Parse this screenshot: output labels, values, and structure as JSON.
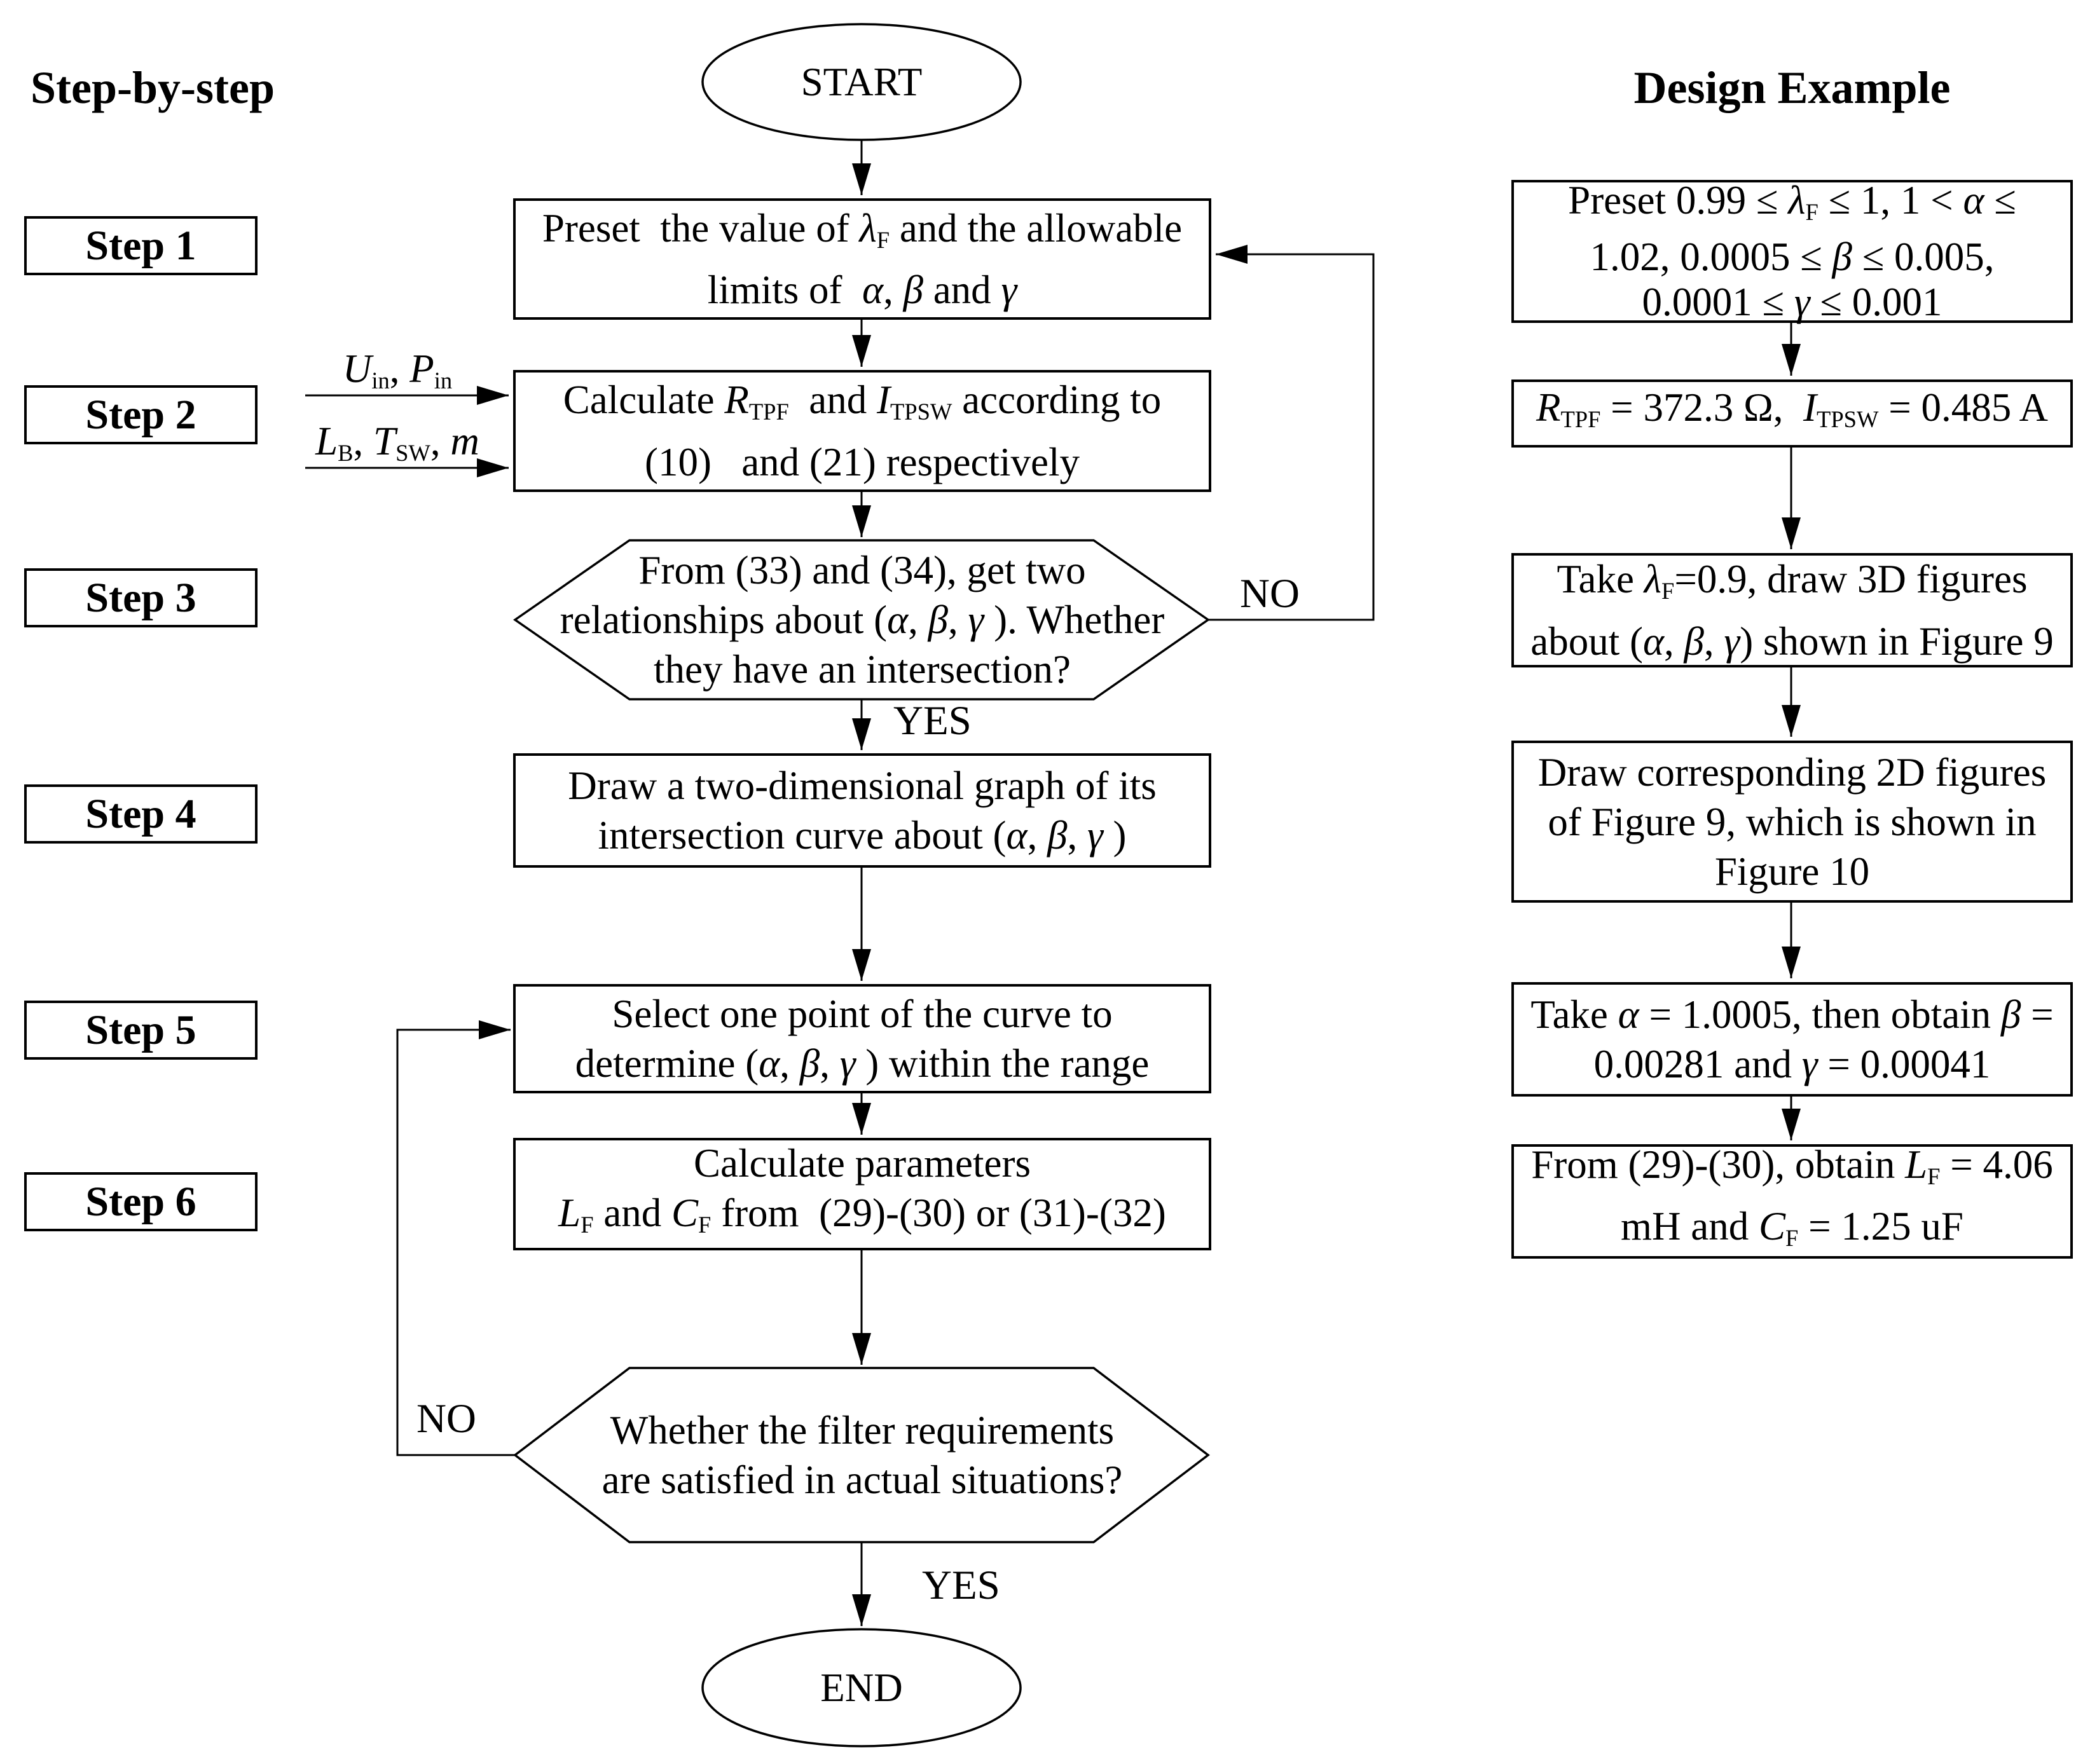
{
  "titles": {
    "left": "Step-by-step",
    "right": "Design Example"
  },
  "steps": [
    {
      "label": "Step 1"
    },
    {
      "label": "Step 2"
    },
    {
      "label": "Step 3"
    },
    {
      "label": "Step 4"
    },
    {
      "label": "Step 5"
    },
    {
      "label": "Step 6"
    }
  ],
  "labels": {
    "start": "START",
    "end": "END",
    "yes_top": "YES",
    "no_top": "NO",
    "yes_bottom": "YES",
    "no_bottom": "NO"
  },
  "inputs": {
    "row1": [
      {
        "t": "U",
        "i": true
      },
      {
        "t": "in",
        "sub": true
      },
      {
        "t": ", "
      },
      {
        "t": "P",
        "i": true
      },
      {
        "t": "in",
        "sub": true
      }
    ],
    "row2": [
      {
        "t": "L",
        "i": true
      },
      {
        "t": "B",
        "sub": true
      },
      {
        "t": ", "
      },
      {
        "t": "T",
        "i": true
      },
      {
        "t": "SW",
        "sub": true
      },
      {
        "t": ", "
      },
      {
        "t": "m",
        "i": true
      }
    ]
  },
  "flow": {
    "preset": {
      "lines": [
        [
          {
            "t": "Preset  the value of "
          },
          {
            "t": "λ",
            "i": true
          },
          {
            "t": "F",
            "sub": true
          },
          {
            "t": " and the allowable"
          }
        ],
        [
          {
            "t": "limits of  "
          },
          {
            "t": "α",
            "i": true
          },
          {
            "t": ", "
          },
          {
            "t": "β",
            "i": true
          },
          {
            "t": " and "
          },
          {
            "t": "γ",
            "i": true
          }
        ]
      ]
    },
    "calculate": {
      "lines": [
        [
          {
            "t": "Calculate "
          },
          {
            "t": "R",
            "i": true
          },
          {
            "t": "TPF",
            "sub": true
          },
          {
            "t": "  and "
          },
          {
            "t": "I",
            "i": true
          },
          {
            "t": "TPSW",
            "sub": true
          },
          {
            "t": " according to"
          }
        ],
        [
          {
            "t": "(10)   and (21) respectively"
          }
        ]
      ]
    },
    "decision1": {
      "lines": [
        [
          {
            "t": "From (33) and (34), get two"
          }
        ],
        [
          {
            "t": "relationships about ("
          },
          {
            "t": "α",
            "i": true
          },
          {
            "t": ", "
          },
          {
            "t": "β",
            "i": true
          },
          {
            "t": ", "
          },
          {
            "t": "γ",
            "i": true
          },
          {
            "t": " ). Whether"
          }
        ],
        [
          {
            "t": "they have an intersection?"
          }
        ]
      ]
    },
    "draw2d": {
      "lines": [
        [
          {
            "t": "Draw a two-dimensional graph of its"
          }
        ],
        [
          {
            "t": "intersection curve about ("
          },
          {
            "t": "α",
            "i": true
          },
          {
            "t": ", "
          },
          {
            "t": "β",
            "i": true
          },
          {
            "t": ", "
          },
          {
            "t": "γ",
            "i": true
          },
          {
            "t": " )"
          }
        ]
      ]
    },
    "select_point": {
      "lines": [
        [
          {
            "t": "Select one point of the curve to"
          }
        ],
        [
          {
            "t": "determine ("
          },
          {
            "t": "α",
            "i": true
          },
          {
            "t": ", "
          },
          {
            "t": "β",
            "i": true
          },
          {
            "t": ", "
          },
          {
            "t": "γ",
            "i": true
          },
          {
            "t": " ) within the range"
          }
        ]
      ]
    },
    "calc_params": {
      "lines": [
        [
          {
            "t": "Calculate parameters"
          }
        ],
        [
          {
            "t": "L",
            "i": true
          },
          {
            "t": "F",
            "sub": true
          },
          {
            "t": " and "
          },
          {
            "t": "C",
            "i": true
          },
          {
            "t": "F",
            "sub": true
          },
          {
            "t": " from  (29)-(30) or (31)-(32)"
          }
        ]
      ]
    },
    "decision2": {
      "lines": [
        [
          {
            "t": "Whether the filter requirements"
          }
        ],
        [
          {
            "t": "are satisfied in actual situations?"
          }
        ]
      ]
    }
  },
  "example": {
    "preset_ranges": {
      "lines": [
        [
          {
            "t": "Preset 0.99 ≤ "
          },
          {
            "t": "λ",
            "i": true
          },
          {
            "t": "F",
            "sub": true
          },
          {
            "t": " ≤ 1, 1 < "
          },
          {
            "t": "α",
            "i": true
          },
          {
            "t": " ≤"
          }
        ],
        [
          {
            "t": "1.02, 0.0005 ≤ "
          },
          {
            "t": "β",
            "i": true
          },
          {
            "t": " ≤ 0.005,"
          }
        ],
        [
          {
            "t": "0.0001 ≤ "
          },
          {
            "t": "γ",
            "i": true
          },
          {
            "t": " ≤ 0.001"
          }
        ]
      ]
    },
    "rtpf": {
      "lines": [
        [
          {
            "t": "R",
            "i": true
          },
          {
            "t": "TPF",
            "sub": true
          },
          {
            "t": " = 372.3 Ω,  "
          },
          {
            "t": "I",
            "i": true
          },
          {
            "t": "TPSW",
            "sub": true
          },
          {
            "t": " = 0.485 A"
          }
        ]
      ]
    },
    "take_lambda": {
      "lines": [
        [
          {
            "t": "Take "
          },
          {
            "t": "λ",
            "i": true
          },
          {
            "t": "F",
            "sub": true
          },
          {
            "t": "=0.9, draw 3D figures"
          }
        ],
        [
          {
            "t": "about ("
          },
          {
            "t": "α",
            "i": true
          },
          {
            "t": ", "
          },
          {
            "t": "β",
            "i": true
          },
          {
            "t": ", "
          },
          {
            "t": "γ",
            "i": true
          },
          {
            "t": ") shown in Figure 9"
          }
        ]
      ]
    },
    "draw_2d_figs": {
      "lines": [
        [
          {
            "t": "Draw corresponding 2D figures"
          }
        ],
        [
          {
            "t": "of Figure 9, which is shown in"
          }
        ],
        [
          {
            "t": "Figure 10"
          }
        ]
      ]
    },
    "take_alpha": {
      "lines": [
        [
          {
            "t": "Take "
          },
          {
            "t": "α",
            "i": true
          },
          {
            "t": " = 1.0005, then obtain "
          },
          {
            "t": "β",
            "i": true
          },
          {
            "t": " ="
          }
        ],
        [
          {
            "t": "0.00281 and "
          },
          {
            "t": "γ",
            "i": true
          },
          {
            "t": " = 0.00041"
          }
        ]
      ]
    },
    "obtain_lc": {
      "lines": [
        [
          {
            "t": "From (29)-(30), obtain "
          },
          {
            "t": "L",
            "i": true
          },
          {
            "t": "F",
            "sub": true
          },
          {
            "t": " = 4.06"
          }
        ],
        [
          {
            "t": "mH and "
          },
          {
            "t": "C",
            "i": true
          },
          {
            "t": "F",
            "sub": true
          },
          {
            "t": " = 1.25 uF"
          }
        ]
      ]
    }
  },
  "colors": {
    "ink": "#000000",
    "paper": "#ffffff"
  }
}
